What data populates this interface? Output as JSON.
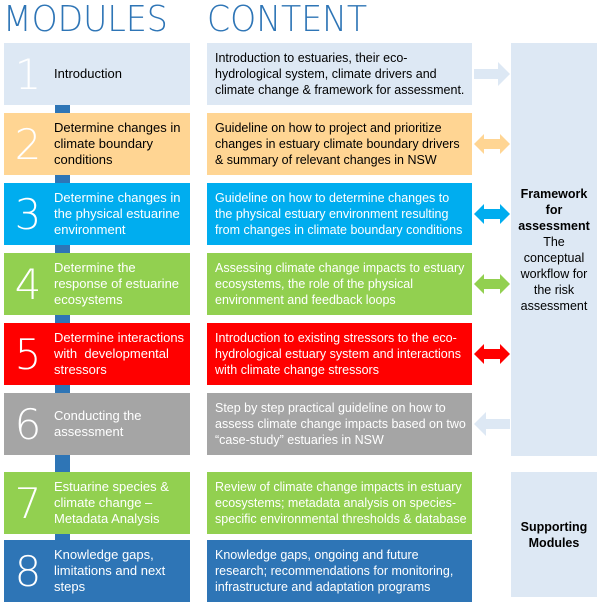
{
  "headers": {
    "modules": "MODULES",
    "content": "CONTENT"
  },
  "colors": {
    "light_blue": "#dde8f4",
    "orange": "#ffd593",
    "blue": "#00adef",
    "green": "#92d050",
    "red": "#ff0000",
    "gray": "#a5a5a5",
    "dark_blue": "#2e75b6"
  },
  "modules": [
    {
      "number": "1",
      "title": "Introduction",
      "content": "Introduction to estuaries, their eco-hydrological system, climate drivers and climate change & framework for assessment.",
      "arrow": "right"
    },
    {
      "number": "2",
      "title": "Determine changes in climate boundary conditions",
      "content": "Guideline on how to project and prioritize changes in estuary climate boundary drivers & summary of relevant changes in NSW",
      "arrow": "both"
    },
    {
      "number": "3",
      "title": "Determine changes in the physical estuarine environment",
      "content": "Guideline on how to determine changes to the physical estuary environment resulting from changes in climate boundary conditions",
      "arrow": "both"
    },
    {
      "number": "4",
      "title": "Determine the response of estuarine ecosystems",
      "content": "Assessing climate change impacts to estuary ecosystems, the role of the physical environment and feedback loops",
      "arrow": "both"
    },
    {
      "number": "5",
      "title": "Determine interactions with  developmental stressors",
      "content": "Introduction to existing stressors to the eco-hydrological estuary system and interactions with climate change stressors",
      "arrow": "both"
    },
    {
      "number": "6",
      "title": "Conducting the assessment",
      "content": "Step by step practical guideline on how to assess climate change impacts based on two “case-study” estuaries in NSW",
      "arrow": "left"
    },
    {
      "number": "7",
      "title": "Estuarine species & climate change – Metadata Analysis",
      "content": "Review of climate change impacts in estuary ecosystems; metadata analysis on species-specific environmental thresholds & database"
    },
    {
      "number": "8",
      "title": "Knowledge gaps, limitations and next steps",
      "content": "Knowledge gaps, ongoing and future research; recommendations for monitoring, infrastructure and adaptation programs"
    }
  ],
  "side_panels": {
    "framework": {
      "title": "Framework for assessment",
      "subtitle": "The conceptual workflow for the risk assessment"
    },
    "supporting": {
      "title": "Supporting Modules"
    }
  }
}
